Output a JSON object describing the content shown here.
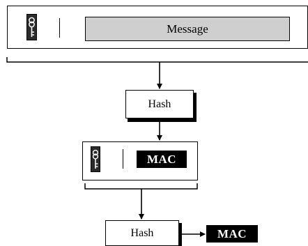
{
  "diagram": {
    "message_label": "Message",
    "hash1_label": "Hash",
    "mac_label": "MAC",
    "hash2_label": "Hash",
    "final_label": "MAC",
    "key_icon": "key-icon"
  }
}
